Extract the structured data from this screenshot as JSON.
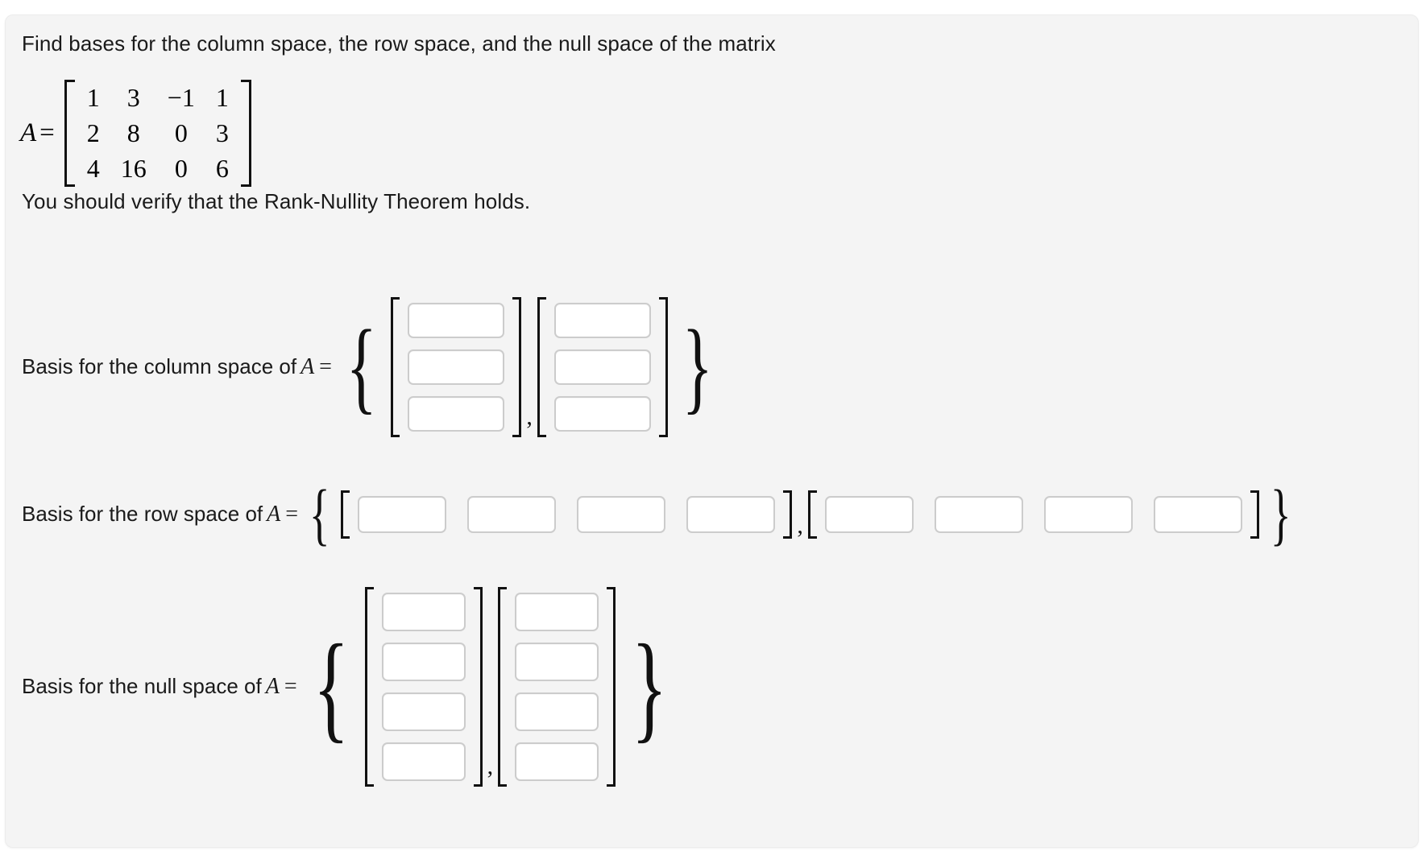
{
  "card": {
    "background": "#f4f4f4",
    "page_background": "#ffffff",
    "border_color": "#ececec"
  },
  "prompt": {
    "title": "Find bases for the column space, the row space, and the null space of the matrix",
    "note": "You should verify that the Rank-Nullity Theorem holds."
  },
  "matrix": {
    "name": "A",
    "equals": "=",
    "rows": [
      [
        "1",
        "3",
        "−1",
        "1"
      ],
      [
        "2",
        "8",
        "0",
        "3"
      ],
      [
        "4",
        "16",
        "0",
        "6"
      ]
    ]
  },
  "symbols": {
    "open_brace": "{",
    "close_brace": "}",
    "comma": ",",
    "matrix_var": "A",
    "equals": "="
  },
  "input": {
    "placeholder": "",
    "value": "",
    "border_color": "#cccccc",
    "background": "#ffffff"
  },
  "sections": [
    {
      "id": "column-space",
      "label": "Basis for the column space of",
      "var": "A",
      "equals": "=",
      "orientation": "column",
      "vectors": [
        {
          "cells": [
            "",
            "",
            ""
          ]
        },
        {
          "cells": [
            "",
            "",
            ""
          ]
        }
      ]
    },
    {
      "id": "row-space",
      "label": "Basis for the row space of",
      "var": "A",
      "equals": "=",
      "orientation": "row",
      "vectors": [
        {
          "cells": [
            "",
            "",
            "",
            ""
          ]
        },
        {
          "cells": [
            "",
            "",
            "",
            ""
          ]
        }
      ]
    },
    {
      "id": "null-space",
      "label": "Basis for the null space of",
      "var": "A",
      "equals": "=",
      "orientation": "column",
      "vectors": [
        {
          "cells": [
            "",
            "",
            "",
            ""
          ]
        },
        {
          "cells": [
            "",
            "",
            "",
            ""
          ]
        }
      ]
    }
  ]
}
